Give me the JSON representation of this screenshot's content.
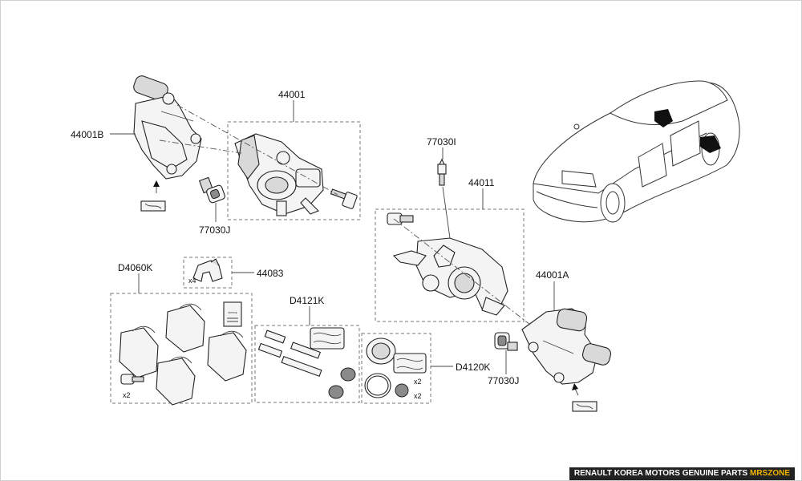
{
  "labels": {
    "p44001B": "44001B",
    "p44001": "44001",
    "p77030J_left": "77030J",
    "p77030I": "77030I",
    "p44011": "44011",
    "pD4060K": "D4060K",
    "p44083": "44083",
    "pD4121K": "D4121K",
    "p44001A": "44001A",
    "pD4120K": "D4120K",
    "p77030J_right": "77030J"
  },
  "quantities": {
    "clips": "x4",
    "pad_bolt": "x2",
    "boots": "x2",
    "seal_boots": "x2"
  },
  "document": {
    "booklet_text": "NOTICE"
  },
  "footer": {
    "text": "RENAULT KOREA MOTORS GENUINE PARTS ",
    "brand": "MRSZONE"
  }
}
